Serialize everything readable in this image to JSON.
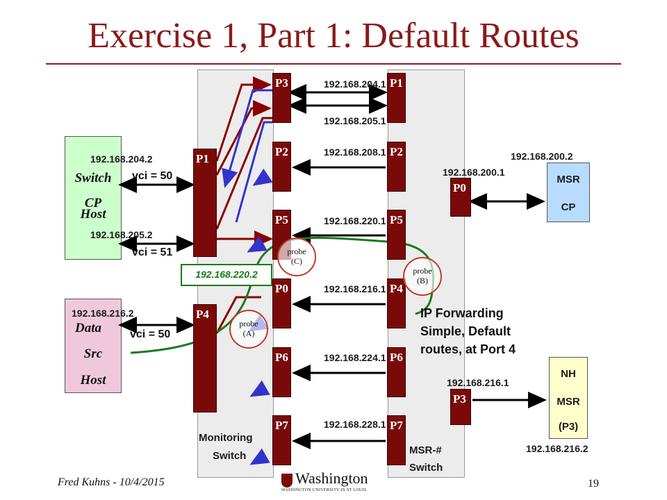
{
  "title": "Exercise 1, Part 1: Default Routes",
  "monitoring_switch": {
    "label_line1": "Monitoring",
    "label_line2": "Switch",
    "left_port": "P1",
    "left_port_lower": "P4",
    "ports": [
      "P3",
      "P2",
      "P5",
      "P0",
      "P6",
      "P7"
    ]
  },
  "msr_switch": {
    "label_line1": "MSR-#",
    "label_line2": "Switch",
    "ports": [
      "P1",
      "P2",
      "P5",
      "P4",
      "P6",
      "P7"
    ],
    "p0": "P0",
    "p3": "P3"
  },
  "switch_cp_host": {
    "line1": "Switch",
    "line2": "CP",
    "line3": "Host",
    "ip_top": "192.168.204.2",
    "ip_bottom": "192.168.205.2",
    "vci_top": "vci = 50",
    "vci_bottom": "vci = 51"
  },
  "data_src_host": {
    "line1": "Data",
    "line2": "Src",
    "line3": "Host",
    "ip": "192.168.216.2",
    "vci": "vci = 50"
  },
  "msr_cp": {
    "line1": "MSR",
    "line2": "CP",
    "ip_top": "192.168.200.2",
    "ip_port": "192.168.200.1"
  },
  "nh_msr": {
    "line1": "NH",
    "line2": "MSR",
    "line3": "(P3)",
    "ip_port": "192.168.216.1",
    "ip_bottom": "192.168.216.2"
  },
  "link_ips": [
    "192.168.204.1",
    "192.168.205.1",
    "192.168.208.1",
    "192.168.220.1",
    "192.168.216.1",
    "192.168.224.1",
    "192.168.228.1"
  ],
  "green_ip": "192.168.220.2",
  "probes": {
    "c_word": "probe",
    "c_letter": "(C)",
    "b_word": "probe",
    "b_letter": "(B)",
    "a_word": "probe",
    "a_letter": "(A)"
  },
  "note": {
    "line1": "IP Forwarding",
    "line2": "Simple, Default",
    "line3": "routes, at Port 4"
  },
  "footer": {
    "author": "Fred Kuhns - 10/4/2015",
    "logo_name": "Washington",
    "logo_sub": "WASHINGTON UNIVERSITY IN ST LOUIS",
    "page": "19"
  },
  "colors": {
    "title": "#8b1a1a",
    "port": "#7a0a0a",
    "red_line": "#8b0000",
    "blue_line": "#3333cc",
    "green_line": "#1a7a1a",
    "switch_cp_fill": "#ccffcc",
    "data_src_fill": "#f0c8dc",
    "msr_cp_fill": "#b8dcff",
    "nh_msr_fill": "#ffffcc"
  }
}
